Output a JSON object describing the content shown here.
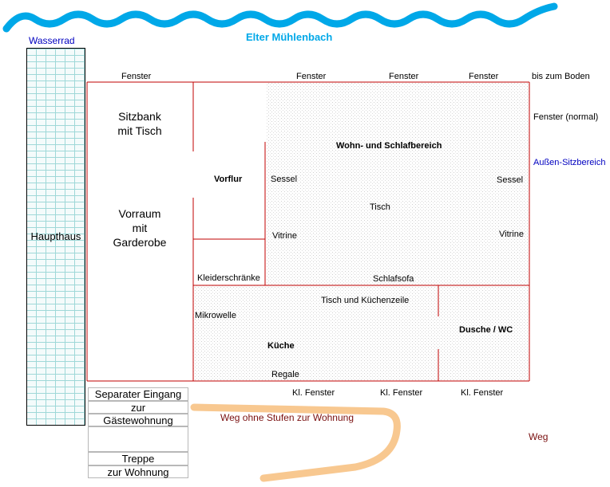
{
  "title": "Elter Mühlenbach",
  "labels": {
    "wasserrad": "Wasserrad",
    "haupthaus": "Haupthaus",
    "fenster": "Fenster",
    "bis_zum_boden": "bis zum Boden",
    "fenster_normal": "Fenster (normal)",
    "aussen_sitzbereich": "Außen-Sitzbereich",
    "kl_fenster": "Kl. Fenster",
    "weg_ohne_stufen": "Weg ohne Stufen zur Wohnung",
    "weg": "Weg"
  },
  "rooms": {
    "sitzbank_line1": "Sitzbank",
    "sitzbank_line2": "mit Tisch",
    "vorraum_line1": "Vorraum",
    "vorraum_line2": "mit",
    "vorraum_line3": "Garderobe",
    "vorflur": "Vorflur",
    "kleiderschraenke": "Kleiderschränke",
    "wohn_schlaf": "Wohn- und Schlafbereich",
    "sessel": "Sessel",
    "tisch": "Tisch",
    "vitrine": "Vitrine",
    "schlafsofa": "Schlafsofa",
    "tisch_kuechenzeile": "Tisch und Küchenzeile",
    "mikrowelle": "Mikrowelle",
    "kueche": "Küche",
    "regale": "Regale",
    "dusche_wc": "Dusche / WC"
  },
  "stairs": {
    "row1": "Separater Eingang",
    "row2": "zur",
    "row3": "Gästewohnung",
    "row4": "",
    "row5": "Treppe",
    "row6": "zur Wohnung"
  },
  "colors": {
    "river": "#00a8e8",
    "walls": "#c00000",
    "path": "#f8c890",
    "bricks": "#9fd8d8"
  }
}
